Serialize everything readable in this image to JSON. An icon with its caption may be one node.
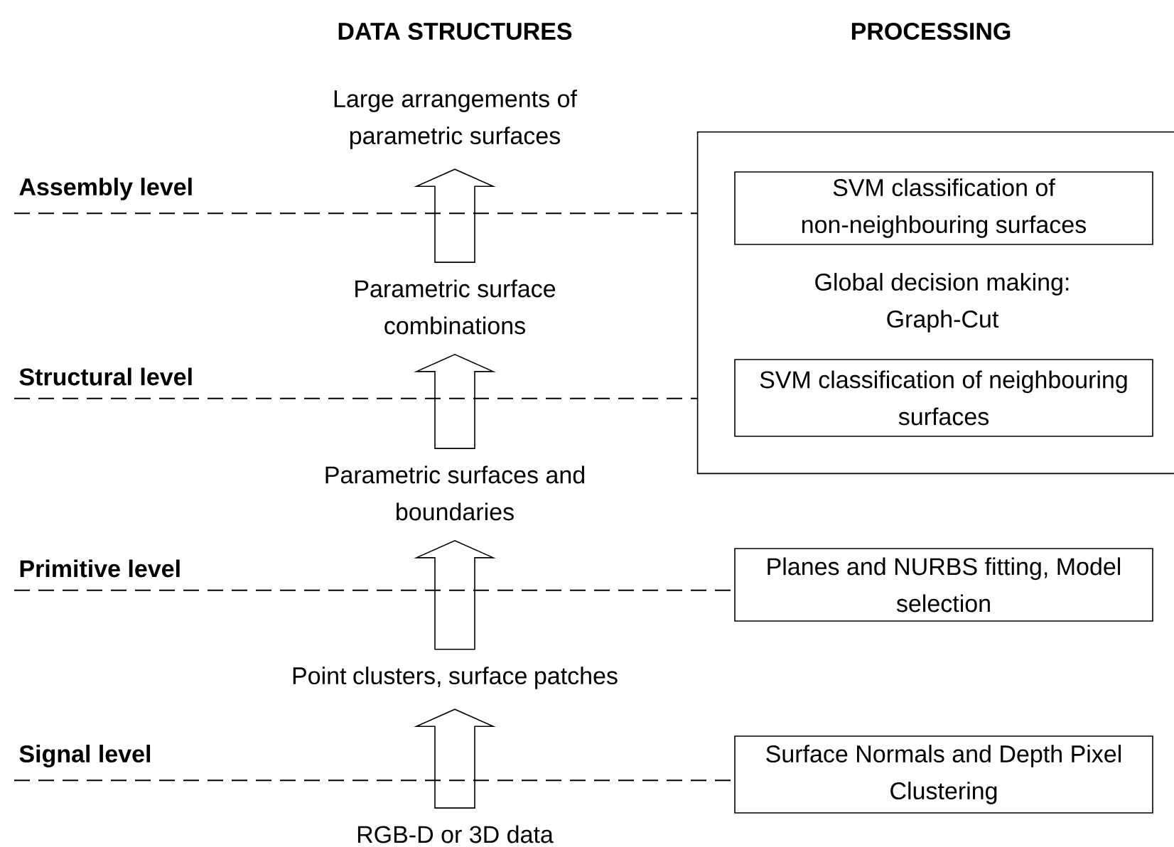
{
  "diagram": {
    "nodes": [
      {
        "text": [
          "Large arrangements of parametric surfaces"
        ]
      },
      {
        "text": [
          "Parametric surface combinations"
        ]
      },
      {
        "text": [
          "Parametric surfaces and boundaries"
        ]
      },
      {
        "text": [
          "Point clusters, surface patches"
        ]
      },
      {
        "text": [
          "RGB-D or 3D data"
        ]
      },
      {
        "text": [
          "Assembly level"
        ]
      },
      {
        "text": [
          "Structural level"
        ]
      },
      {
        "text": [
          "Primitive level"
        ]
      },
      {
        "text": [
          "Signal level"
        ]
      },
      {
        "text": [
          "Global decision making: Graph-Cut"
        ]
      },
      {
        "text": [
          "SVM classification of non-neighbouring surfaces"
        ],
        "in": 9
      },
      {
        "text": [
          "SVM classification of neighbouring surfaces"
        ],
        "in": 9
      },
      {
        "text": [
          "Planes and NURBS fitting, Model selection"
        ]
      },
      {
        "text": [
          "Surface Normals and Depth Pixel Clustering"
        ]
      }
    ],
    "edges": [
      {
        "from": 1,
        "to": 0,
        "arrow": "to"
      },
      {
        "from": 2,
        "to": 1,
        "arrow": "to"
      },
      {
        "from": 3,
        "to": 2,
        "arrow": "to"
      },
      {
        "from": 4,
        "to": 3,
        "arrow": "to"
      },
      {
        "from": 5,
        "to": 9,
        "arrow": "none",
        "style": "dashed"
      },
      {
        "from": 6,
        "to": 9,
        "arrow": "none",
        "style": "dashed"
      },
      {
        "from": 7,
        "to": 12,
        "arrow": "none",
        "style": "dashed"
      },
      {
        "from": 8,
        "to": 13,
        "arrow": "none",
        "style": "dashed"
      }
    ],
    "labels": [
      "DATA STRUCTURES",
      "PROCESSING"
    ]
  }
}
